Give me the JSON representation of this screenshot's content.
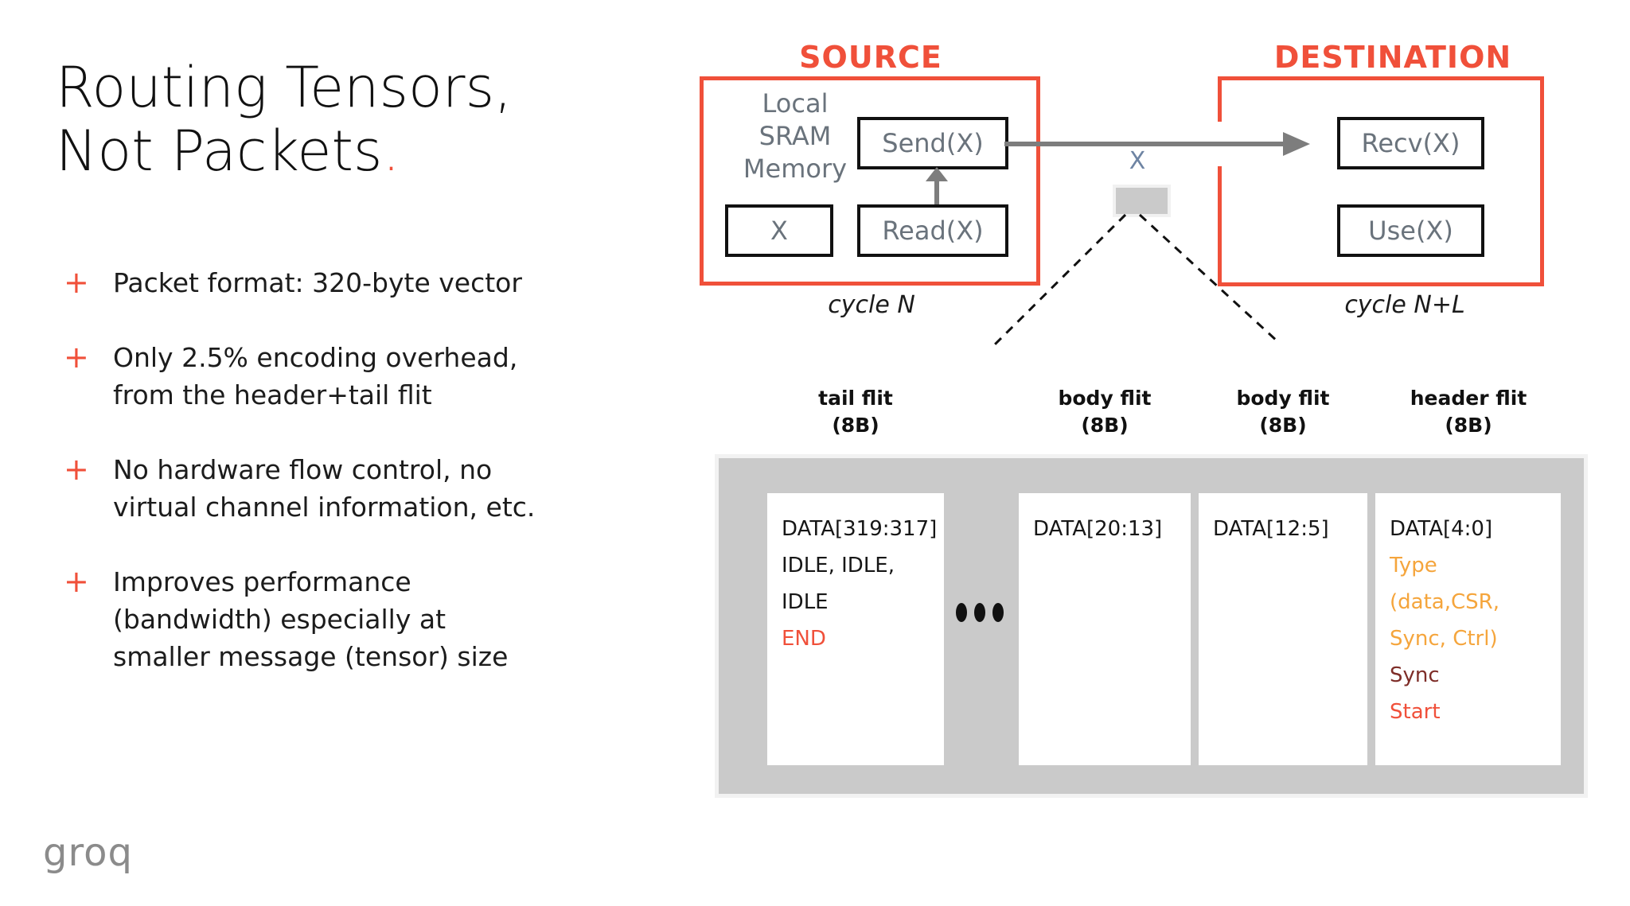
{
  "slide": {
    "title_line1": "Routing Tensors,",
    "title_line2": "Not Packets",
    "title_period": ".",
    "bullets": [
      {
        "marker": "+",
        "lines": [
          "Packet format: 320-byte vector"
        ]
      },
      {
        "marker": "+",
        "lines": [
          "Only 2.5% encoding overhead,",
          "from the header+tail flit"
        ]
      },
      {
        "marker": "+",
        "lines": [
          "No hardware flow control, no",
          "virtual channel information, etc."
        ]
      },
      {
        "marker": "+",
        "lines": [
          "Improves performance",
          "(bandwidth) especially at",
          "smaller message (tensor) size"
        ]
      }
    ],
    "logo_text": "groq"
  },
  "diagram": {
    "source": {
      "label": "SOURCE",
      "memory_lines": [
        "Local",
        "SRAM",
        "Memory"
      ],
      "send": "Send(X)",
      "x": "X",
      "read": "Read(X)",
      "caption": "cycle N"
    },
    "destination": {
      "label": "DESTINATION",
      "recv": "Recv(X)",
      "use": "Use(X)",
      "caption": "cycle N+L"
    },
    "transfer_label": "X",
    "flits": [
      {
        "label": "tail flit",
        "size": "(8B)",
        "rows": [
          "DATA[319:317]",
          "IDLE, IDLE,",
          "IDLE",
          "END"
        ]
      },
      {
        "label": "body flit",
        "size": "(8B)",
        "rows": [
          "DATA[20:13]"
        ]
      },
      {
        "label": "body flit",
        "size": "(8B)",
        "rows": [
          "DATA[12:5]"
        ]
      },
      {
        "label": "header flit",
        "size": "(8B)",
        "rows": [
          "DATA[4:0]",
          "Type",
          "(data,CSR,",
          "Sync, Ctrl)",
          "Sync",
          "Start"
        ]
      }
    ]
  },
  "colors": {
    "accent_red": "#F0503A",
    "amber": "#F5A53C",
    "maroon": "#7E2D28",
    "box_label_gray": "#6A737C",
    "arrow_gray": "#7D7D7D",
    "container_gray": "#CACACA",
    "transfer_x_blue_gray": "#6E84A3",
    "logo_gray": "#8B8B8B"
  }
}
